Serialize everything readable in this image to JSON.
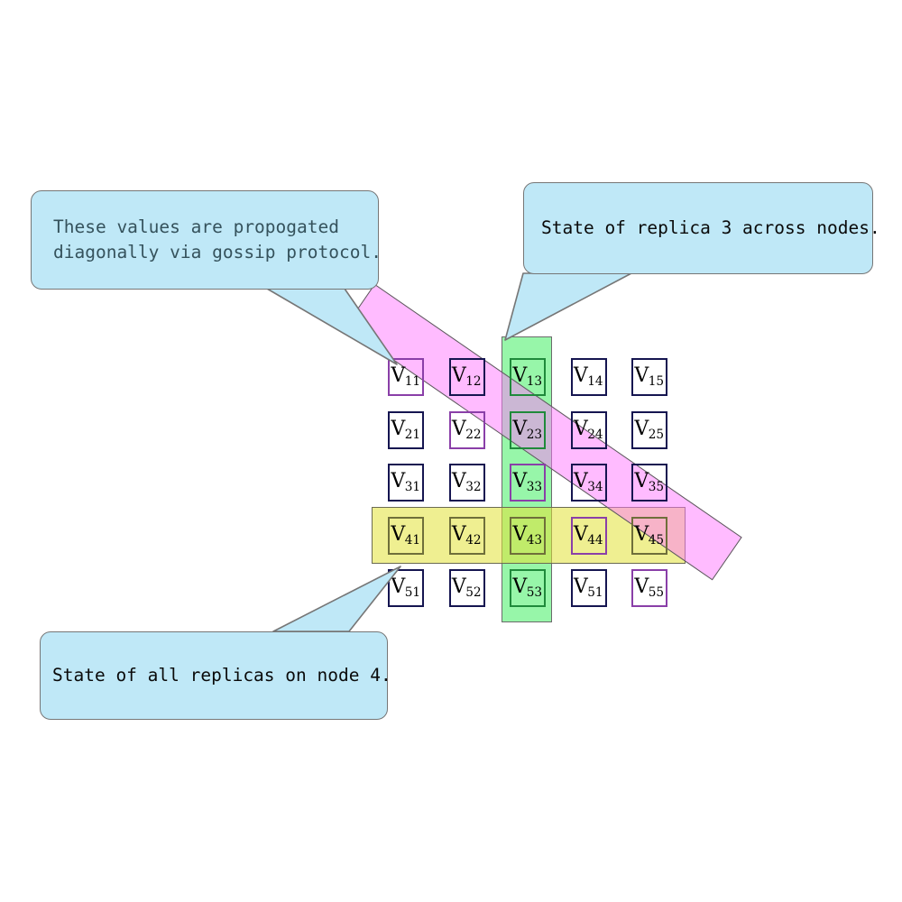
{
  "diagram": {
    "title": "Replica state grid with gossip propagation",
    "colors": {
      "callout_fill": "#bfe8f7",
      "callout_border": "#767676",
      "column_band": "#57f074",
      "row_band": "#e2e236",
      "diagonal_band": "#ff78ff",
      "cell_border_default": "#151550",
      "cell_border_diagonal": "#8a3fa8",
      "cell_border_column": "#1f8a3b",
      "cell_border_row": "#6f6f3a",
      "text": "#000000"
    }
  },
  "callouts": [
    {
      "id": "gossip",
      "text": "These values are propogated\ndiagonally via gossip protocol.",
      "points_to": "cell-V11"
    },
    {
      "id": "replica",
      "text": "State of replica 3 across nodes.",
      "points_to": "column-band-3"
    },
    {
      "id": "node",
      "text": "State of all replicas on node 4.",
      "points_to": "row-band-4"
    }
  ],
  "bands": {
    "column": {
      "label": "replica-3-column",
      "highlights": [
        "V13",
        "V23",
        "V33",
        "V43",
        "V53"
      ]
    },
    "row": {
      "label": "node-4-row",
      "highlights": [
        "V41",
        "V42",
        "V43",
        "V44",
        "V45"
      ]
    },
    "diagonal": {
      "label": "gossip-diagonal",
      "highlights": [
        "V11",
        "V22",
        "V33",
        "V44",
        "V55"
      ]
    }
  },
  "grid": {
    "rows": 5,
    "cols": 5,
    "cells": [
      [
        {
          "v": "V",
          "sub": "11",
          "border": "purple"
        },
        {
          "v": "V",
          "sub": "12",
          "border": "default"
        },
        {
          "v": "V",
          "sub": "13",
          "border": "green"
        },
        {
          "v": "V",
          "sub": "14",
          "border": "default"
        },
        {
          "v": "V",
          "sub": "15",
          "border": "default"
        }
      ],
      [
        {
          "v": "V",
          "sub": "21",
          "border": "default"
        },
        {
          "v": "V",
          "sub": "22",
          "border": "purple"
        },
        {
          "v": "V",
          "sub": "23",
          "border": "green"
        },
        {
          "v": "V",
          "sub": "24",
          "border": "default"
        },
        {
          "v": "V",
          "sub": "25",
          "border": "default"
        }
      ],
      [
        {
          "v": "V",
          "sub": "31",
          "border": "default"
        },
        {
          "v": "V",
          "sub": "32",
          "border": "default"
        },
        {
          "v": "V",
          "sub": "33",
          "border": "purple"
        },
        {
          "v": "V",
          "sub": "34",
          "border": "default"
        },
        {
          "v": "V",
          "sub": "35",
          "border": "default"
        }
      ],
      [
        {
          "v": "V",
          "sub": "41",
          "border": "olive"
        },
        {
          "v": "V",
          "sub": "42",
          "border": "olive"
        },
        {
          "v": "V",
          "sub": "43",
          "border": "olive"
        },
        {
          "v": "V",
          "sub": "44",
          "border": "purple"
        },
        {
          "v": "V",
          "sub": "45",
          "border": "olive"
        }
      ],
      [
        {
          "v": "V",
          "sub": "51",
          "border": "default"
        },
        {
          "v": "V",
          "sub": "52",
          "border": "default"
        },
        {
          "v": "V",
          "sub": "53",
          "border": "green"
        },
        {
          "v": "V",
          "sub": "51",
          "border": "default"
        },
        {
          "v": "V",
          "sub": "55",
          "border": "purple"
        }
      ]
    ]
  }
}
